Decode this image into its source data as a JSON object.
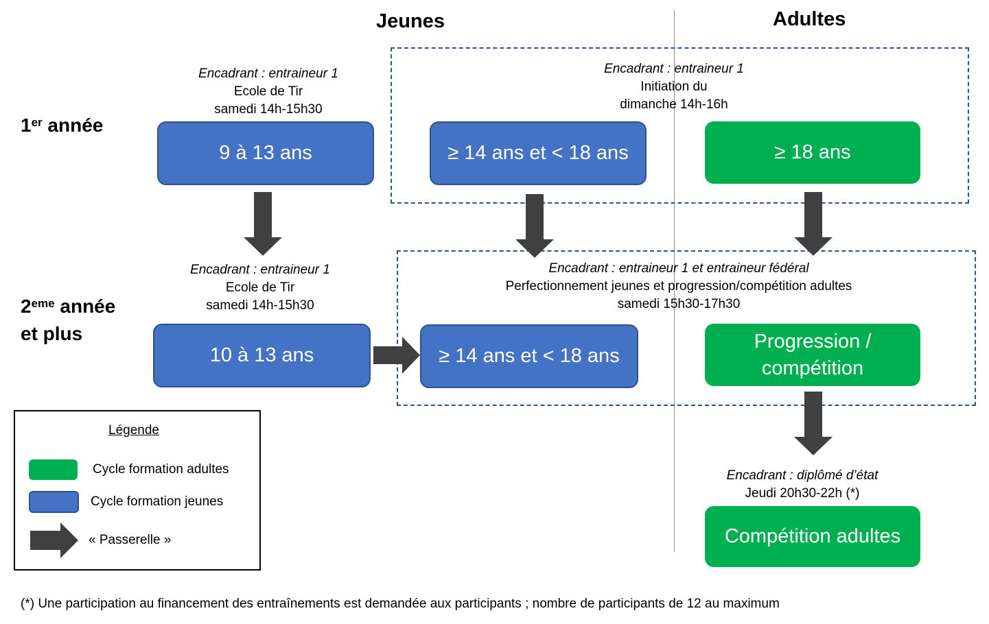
{
  "columns": {
    "jeunes": "Jeunes",
    "adultes": "Adultes"
  },
  "rows": {
    "first": {
      "num": "1",
      "sup": "er",
      "text": " année"
    },
    "second": {
      "num": "2",
      "sup": "eme",
      "text1": " année",
      "text2": "et plus"
    }
  },
  "info_blocks": {
    "ecole_1": {
      "role": "Encadrant : entraineur 1",
      "line1": "Ecole de Tir",
      "line2": "samedi 14h-15h30"
    },
    "initiation": {
      "role": "Encadrant : entraineur 1",
      "line1": "Initiation du",
      "line2": "dimanche 14h-16h"
    },
    "ecole_2": {
      "role": "Encadrant : entraineur 1",
      "line1": "Ecole de Tir",
      "line2": "samedi 14h-15h30"
    },
    "perfectionnement": {
      "role": "Encadrant : entraineur 1 et entraineur fédéral",
      "line1": "Perfectionnement jeunes et progression/compétition adultes",
      "line2": "samedi 15h30-17h30"
    },
    "competition": {
      "role": "Encadrant : diplômé d’état",
      "line1": "Jeudi 20h30-22h (*)"
    }
  },
  "boxes": {
    "y1_9_13": {
      "label": "9 à 13 ans",
      "color": "#4472c4"
    },
    "y1_14_18": {
      "label": "≥ 14 ans et < 18 ans",
      "color": "#4472c4"
    },
    "a1_18": {
      "label": "≥ 18 ans",
      "color": "#00b050"
    },
    "y2_10_13": {
      "label": "10 à 13 ans",
      "color": "#4472c4"
    },
    "y2_14_18": {
      "label": "≥ 14 ans et < 18 ans",
      "color": "#4472c4"
    },
    "a2_progression": {
      "line1": "Progression /",
      "line2": "compétition",
      "color": "#00b050"
    },
    "a3_competition": {
      "label": "Compétition adultes",
      "color": "#00b050"
    }
  },
  "legend": {
    "title": "Légende",
    "adultes": "Cycle formation adultes",
    "jeunes": "Cycle formation jeunes",
    "passerelle": "« Passerelle »"
  },
  "footnote": "(*) Une participation au financement des entraînements est demandée aux participants ; nombre de participants de 12 au maximum",
  "colors": {
    "blue": "#4472c4",
    "green": "#00b050",
    "arrow": "#404040",
    "dashed": "#2f528f"
  }
}
